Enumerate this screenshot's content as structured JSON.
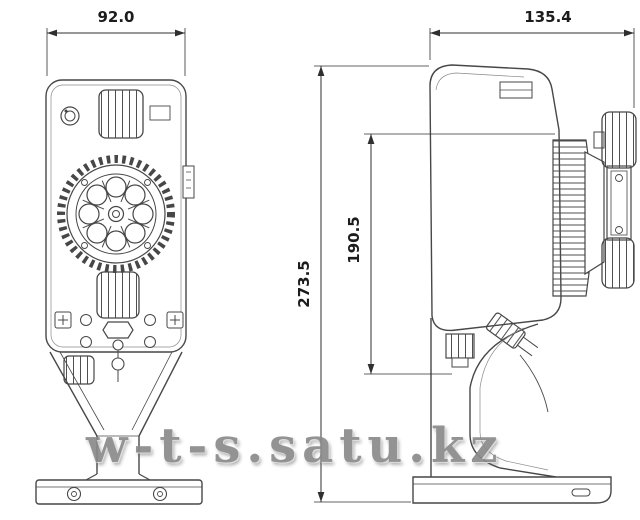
{
  "drawing": {
    "dimensions": {
      "front_width": "92.0",
      "overall_depth": "135.4",
      "overall_height": "273.5",
      "body_height": "190.5"
    },
    "watermark": "w-t-s.satu.kz",
    "colors": {
      "line": "#474747",
      "dimension_line": "#2f2f2f",
      "text": "#1c1c1c",
      "watermark": "#8a8a8a",
      "background": "#ffffff"
    }
  }
}
